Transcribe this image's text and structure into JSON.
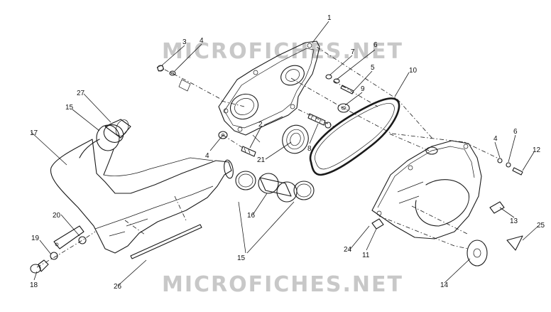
{
  "diagram": {
    "watermarks": [
      "MICROFICHES.NET",
      "MICROFICHES.NET"
    ],
    "watermark_color": "#c8c8c8",
    "line_color": "#1a1a1a",
    "callouts": [
      {
        "label": "1"
      },
      {
        "label": "2"
      },
      {
        "label": "3"
      },
      {
        "label": "4"
      },
      {
        "label": "4"
      },
      {
        "label": "4"
      },
      {
        "label": "5"
      },
      {
        "label": "6"
      },
      {
        "label": "6"
      },
      {
        "label": "7"
      },
      {
        "label": "8"
      },
      {
        "label": "9"
      },
      {
        "label": "10"
      },
      {
        "label": "11"
      },
      {
        "label": "12"
      },
      {
        "label": "13"
      },
      {
        "label": "14"
      },
      {
        "label": "15"
      },
      {
        "label": "15"
      },
      {
        "label": "16"
      },
      {
        "label": "17"
      },
      {
        "label": "18"
      },
      {
        "label": "19"
      },
      {
        "label": "20"
      },
      {
        "label": "21"
      },
      {
        "label": "24"
      },
      {
        "label": "25"
      },
      {
        "label": "26"
      },
      {
        "label": "27"
      }
    ]
  }
}
